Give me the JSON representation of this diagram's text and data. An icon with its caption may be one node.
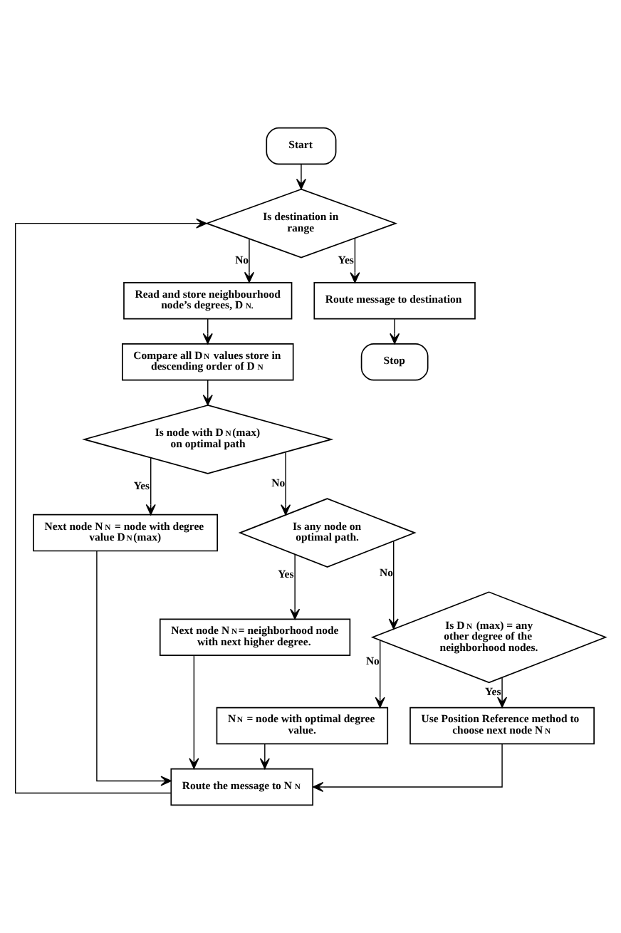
{
  "diagram": {
    "nodes": [
      {
        "text": [
          "Start"
        ]
      },
      {
        "text": [
          "Is destination in range"
        ]
      },
      {
        "text": [
          "Read and store neighbourhood node’s degrees, D$_{N.}$"
        ]
      },
      {
        "text": [
          "Route message to destination"
        ]
      },
      {
        "text": [
          "Stop"
        ]
      },
      {
        "text": [
          "Compare all D$_{N}$ values store in descending order of D$_{N}$"
        ]
      },
      {
        "text": [
          "Is node with D$_{N}$(max) on optimal path"
        ]
      },
      {
        "text": [
          "Next node N$_{N}$ = node with degree value D$_{N}$(max)"
        ]
      },
      {
        "text": [
          "Is any node on optimal path."
        ]
      },
      {
        "text": [
          "Next node N$_{N}$= neighborhood node with next higher degree."
        ]
      },
      {
        "text": [
          "Is D$_{N}$ (max) = any other degree of the neighborhood nodes."
        ]
      },
      {
        "text": [
          "N$_{N}$ = node with optimal degree value."
        ]
      },
      {
        "text": [
          "Use Position Reference method to choose next node N$_{N}$"
        ]
      },
      {
        "text": [
          "Route the message to N$_{N}$"
        ]
      }
    ],
    "edges": [
      {
        "from": 0,
        "to": 1,
        "arrow": "to"
      },
      {
        "from": 1,
        "to": 3,
        "arrow": "to",
        "label": "Yes"
      },
      {
        "from": 3,
        "to": 4,
        "arrow": "to"
      },
      {
        "from": 1,
        "to": 2,
        "arrow": "to",
        "label": "No"
      },
      {
        "from": 2,
        "to": 5,
        "arrow": "to"
      },
      {
        "from": 5,
        "to": 6,
        "arrow": "to"
      },
      {
        "from": 6,
        "to": 7,
        "arrow": "to",
        "label": "Yes"
      },
      {
        "from": 6,
        "to": 8,
        "arrow": "to",
        "label": "No"
      },
      {
        "from": 8,
        "to": 9,
        "arrow": "to",
        "label": "Yes"
      },
      {
        "from": 8,
        "to": 10,
        "arrow": "to",
        "label": "No"
      },
      {
        "from": 10,
        "to": 11,
        "arrow": "to",
        "label": "No"
      },
      {
        "from": 10,
        "to": 12,
        "arrow": "to",
        "label": "Yes"
      },
      {
        "from": 7,
        "to": 13,
        "arrow": "to"
      },
      {
        "from": 9,
        "to": 13,
        "arrow": "to"
      },
      {
        "from": 11,
        "to": 13,
        "arrow": "to"
      },
      {
        "from": 12,
        "to": 13,
        "arrow": "to"
      },
      {
        "from": 13,
        "to": 1,
        "arrow": "to"
      }
    ]
  }
}
